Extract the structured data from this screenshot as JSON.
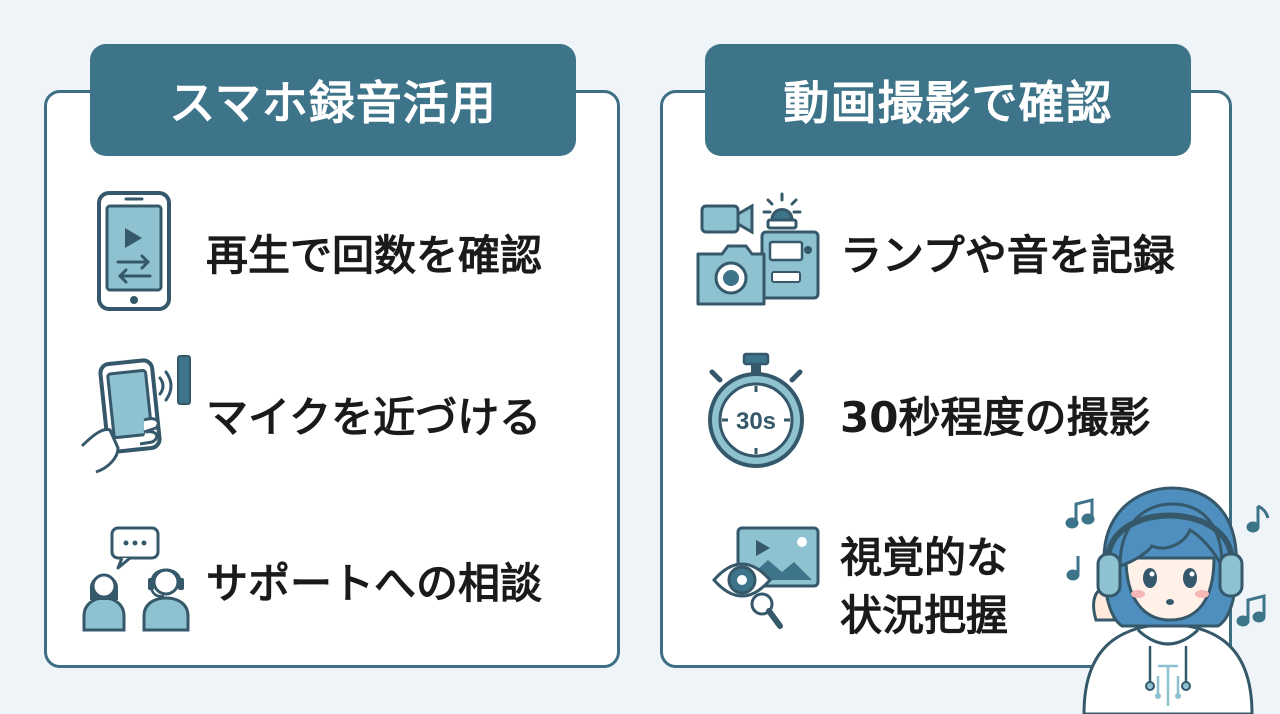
{
  "left_panel": {
    "title": "スマホ録音活用",
    "items": [
      {
        "label": "再生で回数を確認",
        "icon": "phone-replay-icon"
      },
      {
        "label": "マイクを近づける",
        "icon": "hand-phone-mic-icon"
      },
      {
        "label": "サポートへの相談",
        "icon": "support-chat-icon"
      }
    ]
  },
  "right_panel": {
    "title": "動画撮影で確認",
    "items": [
      {
        "label": "ランプや音を記録",
        "icon": "camera-lamp-icon"
      },
      {
        "label": "30秒程度の撮影",
        "icon": "stopwatch-icon",
        "badge": "30s"
      },
      {
        "label_line1": "視覚的な",
        "label_line2": "状況把握",
        "icon": "eye-video-icon"
      }
    ]
  },
  "colors": {
    "background": "#eef4f8",
    "accent": "#3d7489",
    "card_border": "#3f6f83",
    "icon_fill": "#8fc2d0",
    "text": "#1a1a1a"
  }
}
